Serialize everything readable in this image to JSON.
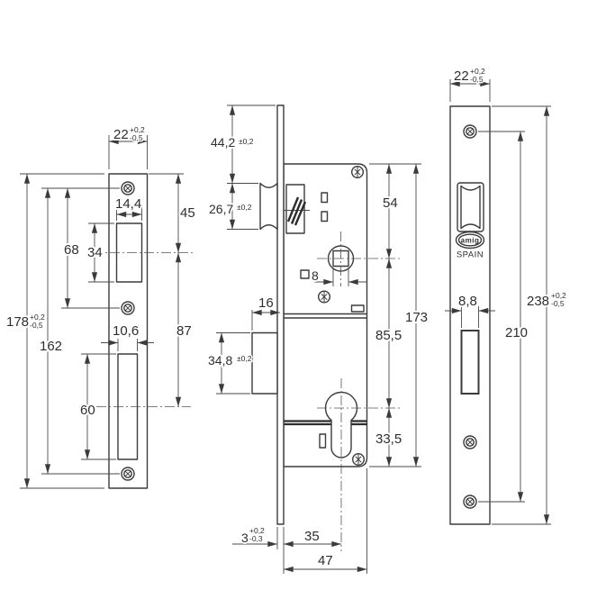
{
  "colors": {
    "background": "#ffffff",
    "line": "#3b3b3b",
    "text": "#2e2e2e"
  },
  "strike_plate": {
    "width": "22",
    "width_tol_plus": "+0,2",
    "width_tol_minus": "-0,5",
    "latch_slot_width": "14,4",
    "latch_slot_height": "34",
    "screw_pitch_upper": "68",
    "top_to_latch_axis": "45",
    "latch_axis_to_bolt_axis": "87",
    "height": "178",
    "height_tol_plus": "+0,2",
    "height_tol_minus": "-0,5",
    "screw_pitch_outer": "162",
    "bolt_slot_width": "10,6",
    "bolt_slot_height": "60"
  },
  "lock_body": {
    "plate_top_to_latch": "44,2",
    "plate_top_to_latch_tol": "±0,2",
    "latch_height": "26,7",
    "latch_height_tol": "±0,2",
    "top_to_follower": "54",
    "spindle_square": "8",
    "bolt_protrusion": "16",
    "bolt_height": "34,8",
    "bolt_height_tol": "±0,2",
    "case_height": "173",
    "follower_to_cylinder": "85,5",
    "cylinder_to_bottom": "33,5",
    "plate_thickness": "3",
    "plate_thickness_tol_plus": "+0,2",
    "plate_thickness_tol_minus": "-0,3",
    "backset": "35",
    "case_depth": "47"
  },
  "faceplate": {
    "width": "22",
    "width_tol_plus": "+0,2",
    "width_tol_minus": "-0,5",
    "bolt_slot_width": "8,8",
    "screw_pitch": "210",
    "height": "238",
    "height_tol_plus": "+0,2",
    "height_tol_minus": "-0,5",
    "brand": "amig",
    "origin": "SPAIN"
  }
}
